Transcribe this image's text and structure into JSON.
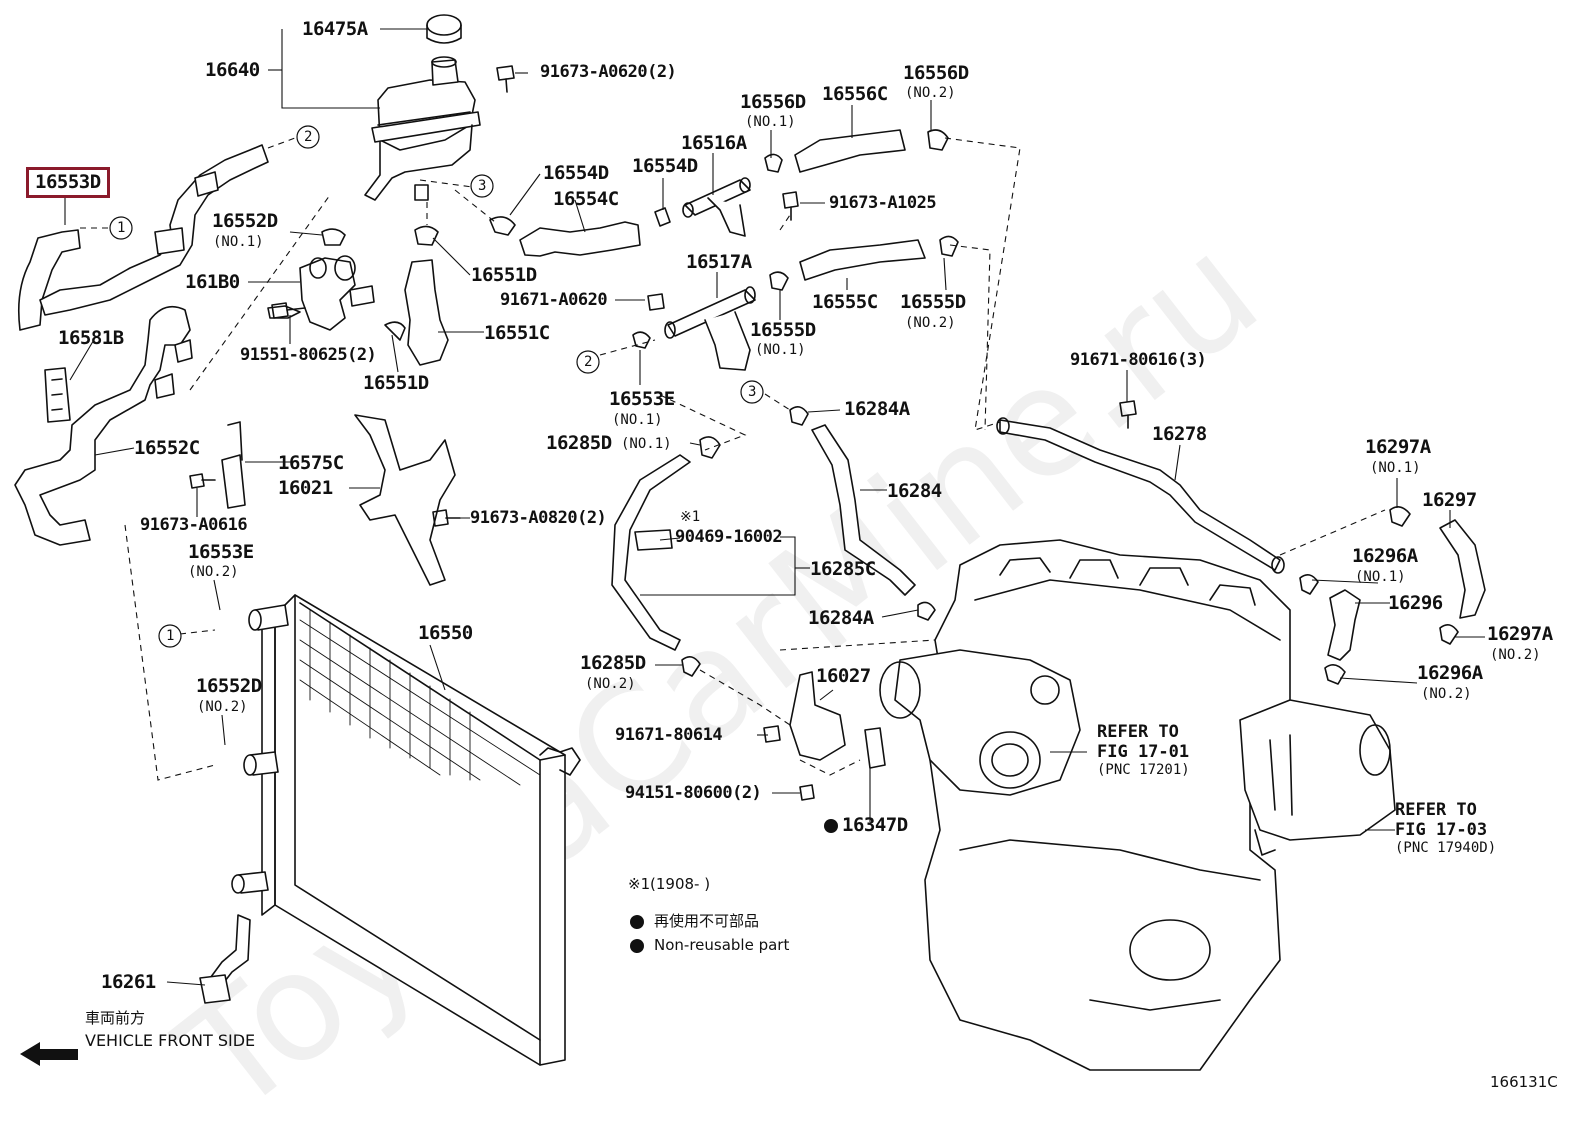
{
  "watermark": "ToyotaCarMine.ru",
  "diagram_code": "166131C",
  "direction": {
    "line1": "車両前方",
    "line2": "VEHICLE FRONT SIDE"
  },
  "legend": {
    "note1_mark": "※1",
    "note1_text": "(1908-      )",
    "bullet_jp": "再使用不可部品",
    "bullet_en": "Non-reusable part"
  },
  "callout_numbers": [
    "1",
    "2",
    "3"
  ],
  "refs": [
    {
      "l1": "REFER TO",
      "l2": "FIG 17-01",
      "l3": "(PNC 17201)"
    },
    {
      "l1": "REFER TO",
      "l2": "FIG 17-03",
      "l3": "(PNC 17940D)"
    }
  ],
  "parts": [
    {
      "code": "16475A"
    },
    {
      "code": "16640"
    },
    {
      "code": "91673-A0620(2)"
    },
    {
      "code": "16553D",
      "highlighted": true
    },
    {
      "code": "16552D",
      "sub": "(NO.1)"
    },
    {
      "code": "161B0"
    },
    {
      "code": "91551-80625(2)"
    },
    {
      "code": "16581B"
    },
    {
      "code": "16552C"
    },
    {
      "code": "16575C"
    },
    {
      "code": "16021"
    },
    {
      "code": "91673-A0616"
    },
    {
      "code": "91673-A0820(2)"
    },
    {
      "code": "16553E",
      "sub": "(NO.2)"
    },
    {
      "code": "16552D",
      "sub": "(NO.2)"
    },
    {
      "code": "16550"
    },
    {
      "code": "16261"
    },
    {
      "code": "16554D"
    },
    {
      "code": "16554C"
    },
    {
      "code": "16551D"
    },
    {
      "code": "16551C"
    },
    {
      "code": "16551D"
    },
    {
      "code": "16554D"
    },
    {
      "code": "16516A"
    },
    {
      "code": "16556D",
      "sub": "(NO.1)"
    },
    {
      "code": "16556C"
    },
    {
      "code": "16556D",
      "sub": "(NO.2)"
    },
    {
      "code": "91673-A1025"
    },
    {
      "code": "16517A"
    },
    {
      "code": "91671-A0620"
    },
    {
      "code": "16555C"
    },
    {
      "code": "16555D",
      "sub": "(NO.2)"
    },
    {
      "code": "16555D",
      "sub": "(NO.1)"
    },
    {
      "code": "16553E",
      "sub": "(NO.1)"
    },
    {
      "code": "16285D",
      "sub": "(NO.1)"
    },
    {
      "code": "16284A"
    },
    {
      "code": "16284"
    },
    {
      "code": "91671-80616(3)"
    },
    {
      "code": "16278"
    },
    {
      "code": "※1"
    },
    {
      "code": "90469-16002"
    },
    {
      "code": "16285C"
    },
    {
      "code": "16284A"
    },
    {
      "code": "16285D",
      "sub": "(NO.2)"
    },
    {
      "code": "16027"
    },
    {
      "code": "91671-80614"
    },
    {
      "code": "94151-80600(2)"
    },
    {
      "code": "16347D"
    },
    {
      "code": "16297A",
      "sub": "(NO.1)"
    },
    {
      "code": "16297"
    },
    {
      "code": "16296A",
      "sub": "(NO.1)"
    },
    {
      "code": "16296"
    },
    {
      "code": "16297A",
      "sub": "(NO.2)"
    },
    {
      "code": "16296A",
      "sub": "(NO.2)"
    }
  ]
}
